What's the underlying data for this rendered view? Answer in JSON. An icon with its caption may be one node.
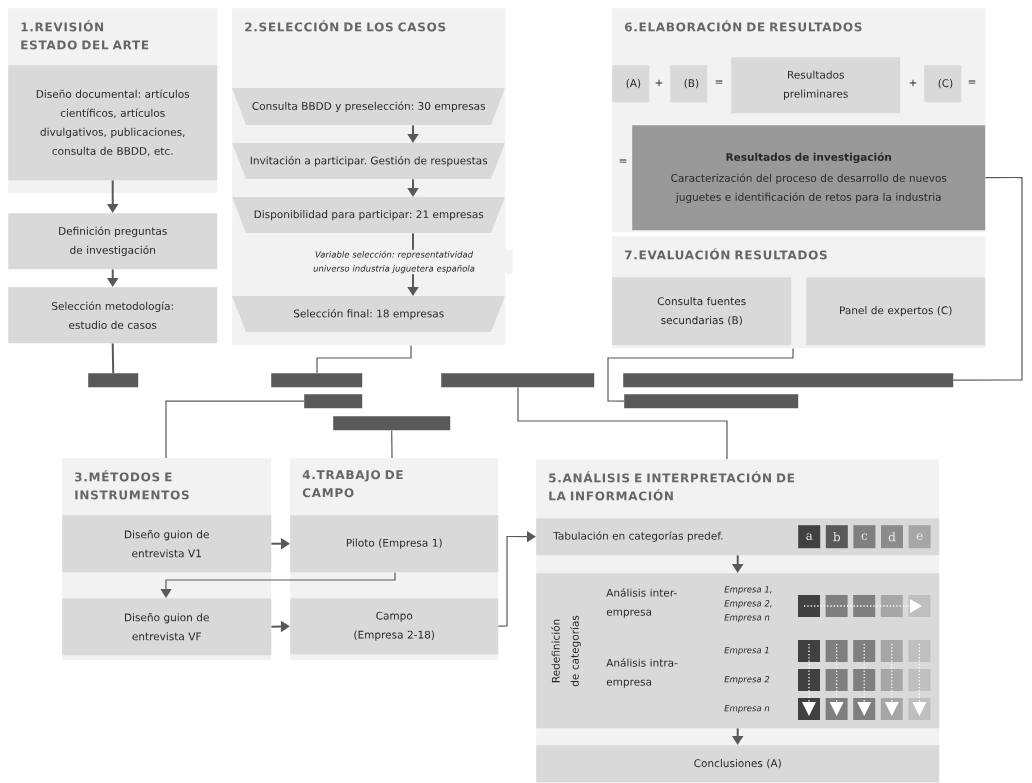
{
  "diagram": {
    "nodes": [
      {
        "text": [
          "1.REVISIÓN ESTADO DEL ARTE"
        ]
      },
      {
        "text": [
          "Diseño documental: artículos científicos, artículos divulgativos, publicaciones, consulta de BBDD, etc."
        ],
        "in": 0
      },
      {
        "text": [
          "Definición preguntas de investigación"
        ]
      },
      {
        "text": [
          "Selección metodología: estudio de casos"
        ]
      },
      {
        "text": [
          "2.SELECCIÓN DE LOS CASOS"
        ]
      },
      {
        "text": [
          "Consulta BBDD y preselección: 30 empresas"
        ],
        "in": 4
      },
      {
        "text": [
          "Invitación a participar. Gestión de respuestas"
        ],
        "in": 4
      },
      {
        "text": [
          "Disponibilidad para participar: 21 empresas"
        ],
        "in": 4
      },
      {
        "text": [
          "Selección final: 18 empresas"
        ],
        "in": 4
      },
      {
        "text": [
          "6.ELABORACIÓN DE RESULTADOS"
        ]
      },
      {
        "text": [
          "(A)"
        ],
        "in": 9
      },
      {
        "text": [
          "(B)"
        ],
        "in": 9
      },
      {
        "text": [
          "Resultados preliminares"
        ],
        "in": 9
      },
      {
        "text": [
          "(C)"
        ],
        "in": 9
      },
      {
        "text": [
          "Resultados de investigación",
          "Caracterización del proceso de desarrollo de nuevos juguetes e identificación de retos para la industria"
        ],
        "in": 9
      },
      {
        "text": [
          "7.EVALUACIÓN RESULTADOS"
        ]
      },
      {
        "text": [
          "Consulta fuentes secundarias (B)"
        ],
        "in": 15
      },
      {
        "text": [
          "Panel de expertos (C)"
        ],
        "in": 15
      },
      {
        "text": [],
        "shape": "bar"
      },
      {
        "text": [],
        "shape": "bar"
      },
      {
        "text": [],
        "shape": "bar"
      },
      {
        "text": [],
        "shape": "bar"
      },
      {
        "text": [],
        "shape": "bar"
      },
      {
        "text": [],
        "shape": "bar"
      },
      {
        "text": [],
        "shape": "bar"
      },
      {
        "text": [
          "3.MÉTODOS E INSTRUMENTOS"
        ]
      },
      {
        "text": [
          "Diseño guion de entrevista V1"
        ],
        "in": 25
      },
      {
        "text": [
          "Diseño guion de entrevista VF"
        ],
        "in": 25
      },
      {
        "text": [
          "4.TRABAJO DE CAMPO"
        ]
      },
      {
        "text": [
          "Piloto (Empresa 1)"
        ],
        "in": 28
      },
      {
        "text": [
          "Campo (Empresa 2-18)"
        ],
        "in": 28
      },
      {
        "text": [
          "5.ANÁLISIS E INTERPRETACIÓN DE LA INFORMACIÓN"
        ]
      },
      {
        "text": [
          "Tabulación en categorías predef."
        ],
        "in": 31
      },
      {
        "text": [
          "a"
        ],
        "in": 32
      },
      {
        "text": [
          "b"
        ],
        "in": 32
      },
      {
        "text": [
          "c"
        ],
        "in": 32
      },
      {
        "text": [
          "d"
        ],
        "in": 32
      },
      {
        "text": [
          "e"
        ],
        "in": 32
      },
      {
        "text": [
          "Redefinición de categorías",
          "Análisis inter-empresa",
          "Empresa 1, Empresa 2, Empresa n",
          "Análisis intra-empresa",
          "Empresa 1",
          "Empresa 2",
          "Empresa n"
        ],
        "in": 31
      },
      {
        "text": [
          "Conclusiones (A)"
        ],
        "in": 31
      }
    ],
    "edges": [
      {
        "from": 1,
        "to": 2,
        "arrow": "to"
      },
      {
        "from": 2,
        "to": 3,
        "arrow": "to"
      },
      {
        "from": 5,
        "to": 6,
        "arrow": "to"
      },
      {
        "from": 6,
        "to": 7,
        "arrow": "to"
      },
      {
        "from": 7,
        "to": 8,
        "arrow": "to",
        "label": "Variable selección: representatividad universo industria juguetera española"
      },
      {
        "from": 3,
        "to": 18,
        "arrow": "none"
      },
      {
        "from": 4,
        "to": 19,
        "arrow": "none"
      },
      {
        "from": 22,
        "to": 25,
        "arrow": "none"
      },
      {
        "from": 24,
        "to": 28,
        "arrow": "none"
      },
      {
        "from": 20,
        "to": 31,
        "arrow": "none"
      },
      {
        "from": 14,
        "to": 21,
        "arrow": "none"
      },
      {
        "from": 15,
        "to": 23,
        "arrow": "none"
      },
      {
        "from": 26,
        "to": 29,
        "arrow": "to"
      },
      {
        "from": 29,
        "to": 27,
        "arrow": "to"
      },
      {
        "from": 27,
        "to": 30,
        "arrow": "to"
      },
      {
        "from": 30,
        "to": 32,
        "arrow": "to"
      },
      {
        "from": 32,
        "to": 38,
        "arrow": "to"
      },
      {
        "from": 38,
        "to": 39,
        "arrow": "to"
      }
    ],
    "labels": [
      "+",
      "=",
      "+",
      "=",
      "="
    ]
  }
}
